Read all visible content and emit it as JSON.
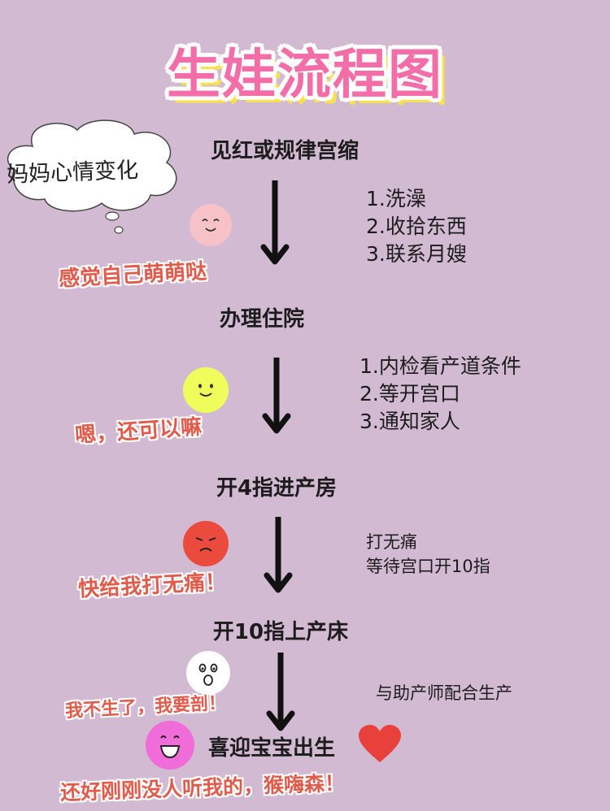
{
  "title": "生娃流程图",
  "mood_bubble": "妈妈心情变化",
  "steps": [
    {
      "label": "见红或规律宫缩"
    },
    {
      "label": "办理住院"
    },
    {
      "label": "开4指进产房"
    },
    {
      "label": "开10指上产床"
    },
    {
      "label": "喜迎宝宝出生"
    }
  ],
  "actions": [
    {
      "lines": [
        "1.洗澡",
        "2.收拾东西",
        "3.联系月嫂"
      ]
    },
    {
      "lines": [
        "1.内检看产道条件",
        "2.等开宫口",
        "3.通知家人"
      ]
    },
    {
      "lines": [
        "打无痛",
        "等待宫口开10指"
      ]
    },
    {
      "lines": [
        "与助产师配合生产"
      ]
    }
  ],
  "moods": [
    {
      "text": "感觉自己萌萌哒",
      "face": "pink-smile-face-icon",
      "color": "#f7c1c8"
    },
    {
      "text": "嗯，还可以嘛",
      "face": "yellow-smile-face-icon",
      "color": "#eefc5c"
    },
    {
      "text": "快给我打无痛！",
      "face": "red-frown-face-icon",
      "color": "#ea4b3c"
    },
    {
      "text": "我不生了，我要剖！",
      "face": "white-shocked-face-icon",
      "color": "#ffffff"
    },
    {
      "text": "还好刚刚没人听我的，猴嗨森！",
      "face": "magenta-grin-face-icon",
      "color": "#f06cd8"
    }
  ],
  "colors": {
    "background": "#d3bad3",
    "title": "#f36da8",
    "title_shadow": "#f7e24c",
    "mood_text": "#e25a4a",
    "heart": "#e8403a"
  }
}
